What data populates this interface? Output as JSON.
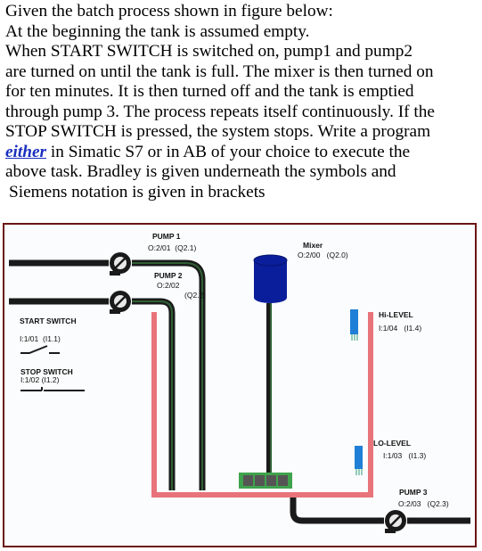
{
  "question": {
    "line1": "Given the batch process shown in figure below:",
    "line2": "At the beginning the tank is assumed empty.",
    "line3": "When START SWITCH is switched on, pump1 and pump2",
    "line4": "are turned on until the tank is full. The mixer is then turned on",
    "line5": "for ten minutes. It is then turned off and the tank is emptied",
    "line6": "through pump 3. The process repeats itself continuously. If the",
    "line7": "STOP SWITCH is pressed, the system stops. Write a program",
    "line8_emph": "either",
    "line8_rest": " in Simatic S7 or in AB of your choice to execute the",
    "line9": "above task. Bradley is given underneath the symbols and",
    "line10": "Siemens notation is given in brackets"
  },
  "diagram": {
    "pump1": {
      "title": "PUMP 1",
      "ab": "O:2/01",
      "siemens": "(Q2.1)"
    },
    "pump2": {
      "title": "PUMP 2",
      "ab": "O:2/02",
      "siemens": "(Q2.2)"
    },
    "mixer": {
      "title": "Mixer",
      "ab": "O:2/00",
      "siemens": "(Q2.0)"
    },
    "hi_level": {
      "title": "Hi-LEVEL",
      "ab": "I:1/04",
      "siemens": "(I1.4)"
    },
    "lo_level": {
      "title": "LO-LEVEL",
      "ab": "I:1/03",
      "siemens": "(I1.3)"
    },
    "pump3": {
      "title": "PUMP 3",
      "ab": "O:2/03",
      "siemens": "(Q2.3)"
    },
    "start_switch": {
      "title": "START SWITCH",
      "ab": "I:1/01",
      "siemens": "(I1.1)"
    },
    "stop_switch": {
      "title": "STOP SWITCH",
      "ab_siemens": "I:1/02 (I1.2)"
    },
    "colors": {
      "tank": "#e8737a",
      "pipe": "#1a1a1a",
      "frame": "#6b1515",
      "mixer": "#0a1e9c",
      "sensor": "#1f7fd6",
      "paddle": "#3fa34d"
    },
    "icons": [
      "pump-icon",
      "level-sensor-icon",
      "mixer-motor-icon",
      "switch-icon"
    ]
  }
}
